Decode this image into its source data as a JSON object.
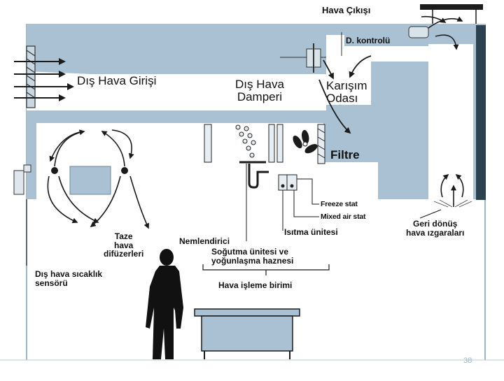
{
  "labels": {
    "exhaust": "Hava Çıkışı",
    "damper_control": "D. kontrolü",
    "outside_air_inlet": "Dış Hava Girişi",
    "outside_air_damper": [
      "Dış Hava",
      "Damperi"
    ],
    "mixing_chamber": [
      "Karışım",
      "Odası"
    ],
    "filter": "Filtre",
    "freeze_stat": "Freeze stat",
    "mixed_air_stat": "Mixed air stat",
    "heating_unit": "Isıtma ünitesi",
    "return_grilles": [
      "Geri dönüş",
      "hava ızgaraları"
    ],
    "fresh_air_diffusers": [
      "Taze",
      "hava",
      "difüzerleri"
    ],
    "humidifier": "Nemlendirici",
    "cooling_unit": [
      "Soğutma ünitesi ve",
      "yoğunlaşma haznesi"
    ],
    "air_handling_unit": "Hava işleme birimi",
    "outside_temp_sensor": [
      "Dış hava sıcaklık",
      "sensörü"
    ]
  },
  "colors": {
    "duct_fill": "#a9c1d3",
    "structure_fill": "#9bb5c9",
    "line": "#1b1b1b",
    "wall_line": "#9eb6c8"
  },
  "icons": [
    "fan-icon",
    "person-silhouette",
    "table-furniture",
    "diffuser-icon",
    "arrow-icon"
  ],
  "page_number": "38"
}
